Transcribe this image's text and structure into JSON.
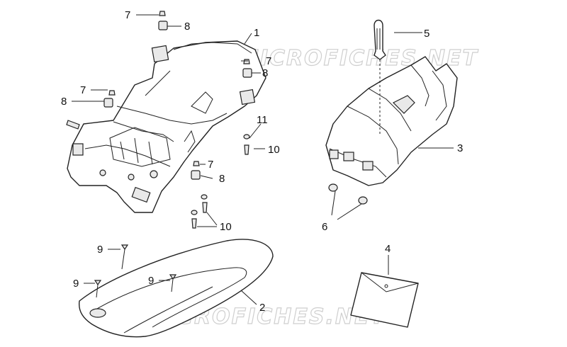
{
  "watermark": "MICROFICHES.NET",
  "callouts": {
    "c1": "1",
    "c2": "2",
    "c3": "3",
    "c4": "4",
    "c5": "5",
    "c6": "6",
    "c7a": "7",
    "c7b": "7",
    "c7c": "7",
    "c7d": "7",
    "c8a": "8",
    "c8b": "8",
    "c8c": "8",
    "c8d": "8",
    "c9a": "9",
    "c9b": "9",
    "c9c": "9",
    "c10a": "10",
    "c10b": "10",
    "c11": "11"
  }
}
